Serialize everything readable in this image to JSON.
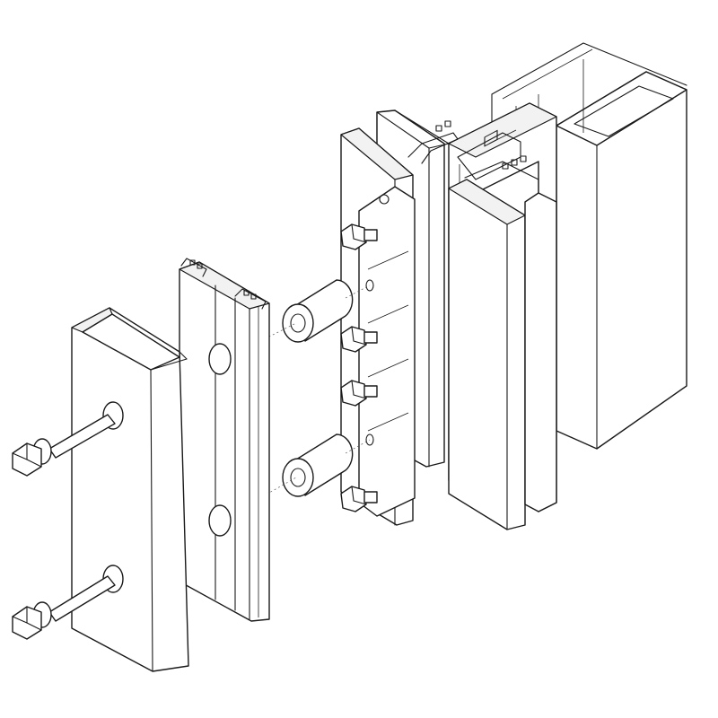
{
  "figure": {
    "kind": "exploded isometric line drawing",
    "colors": {
      "line": "#1a1a1a",
      "fill": "#ffffff",
      "shade": "#f2f2f2",
      "axis": "#555555"
    },
    "components": [
      "outer-box-frame",
      "front-flat-panel",
      "center-mullion-profile",
      "thermal-break-strip",
      "bracket-plate",
      "bracket-hex-bolt",
      "cylindrical-spacer",
      "extruded-profile-with-holes",
      "u-channel-cover",
      "long-hex-bolt-washer"
    ]
  }
}
